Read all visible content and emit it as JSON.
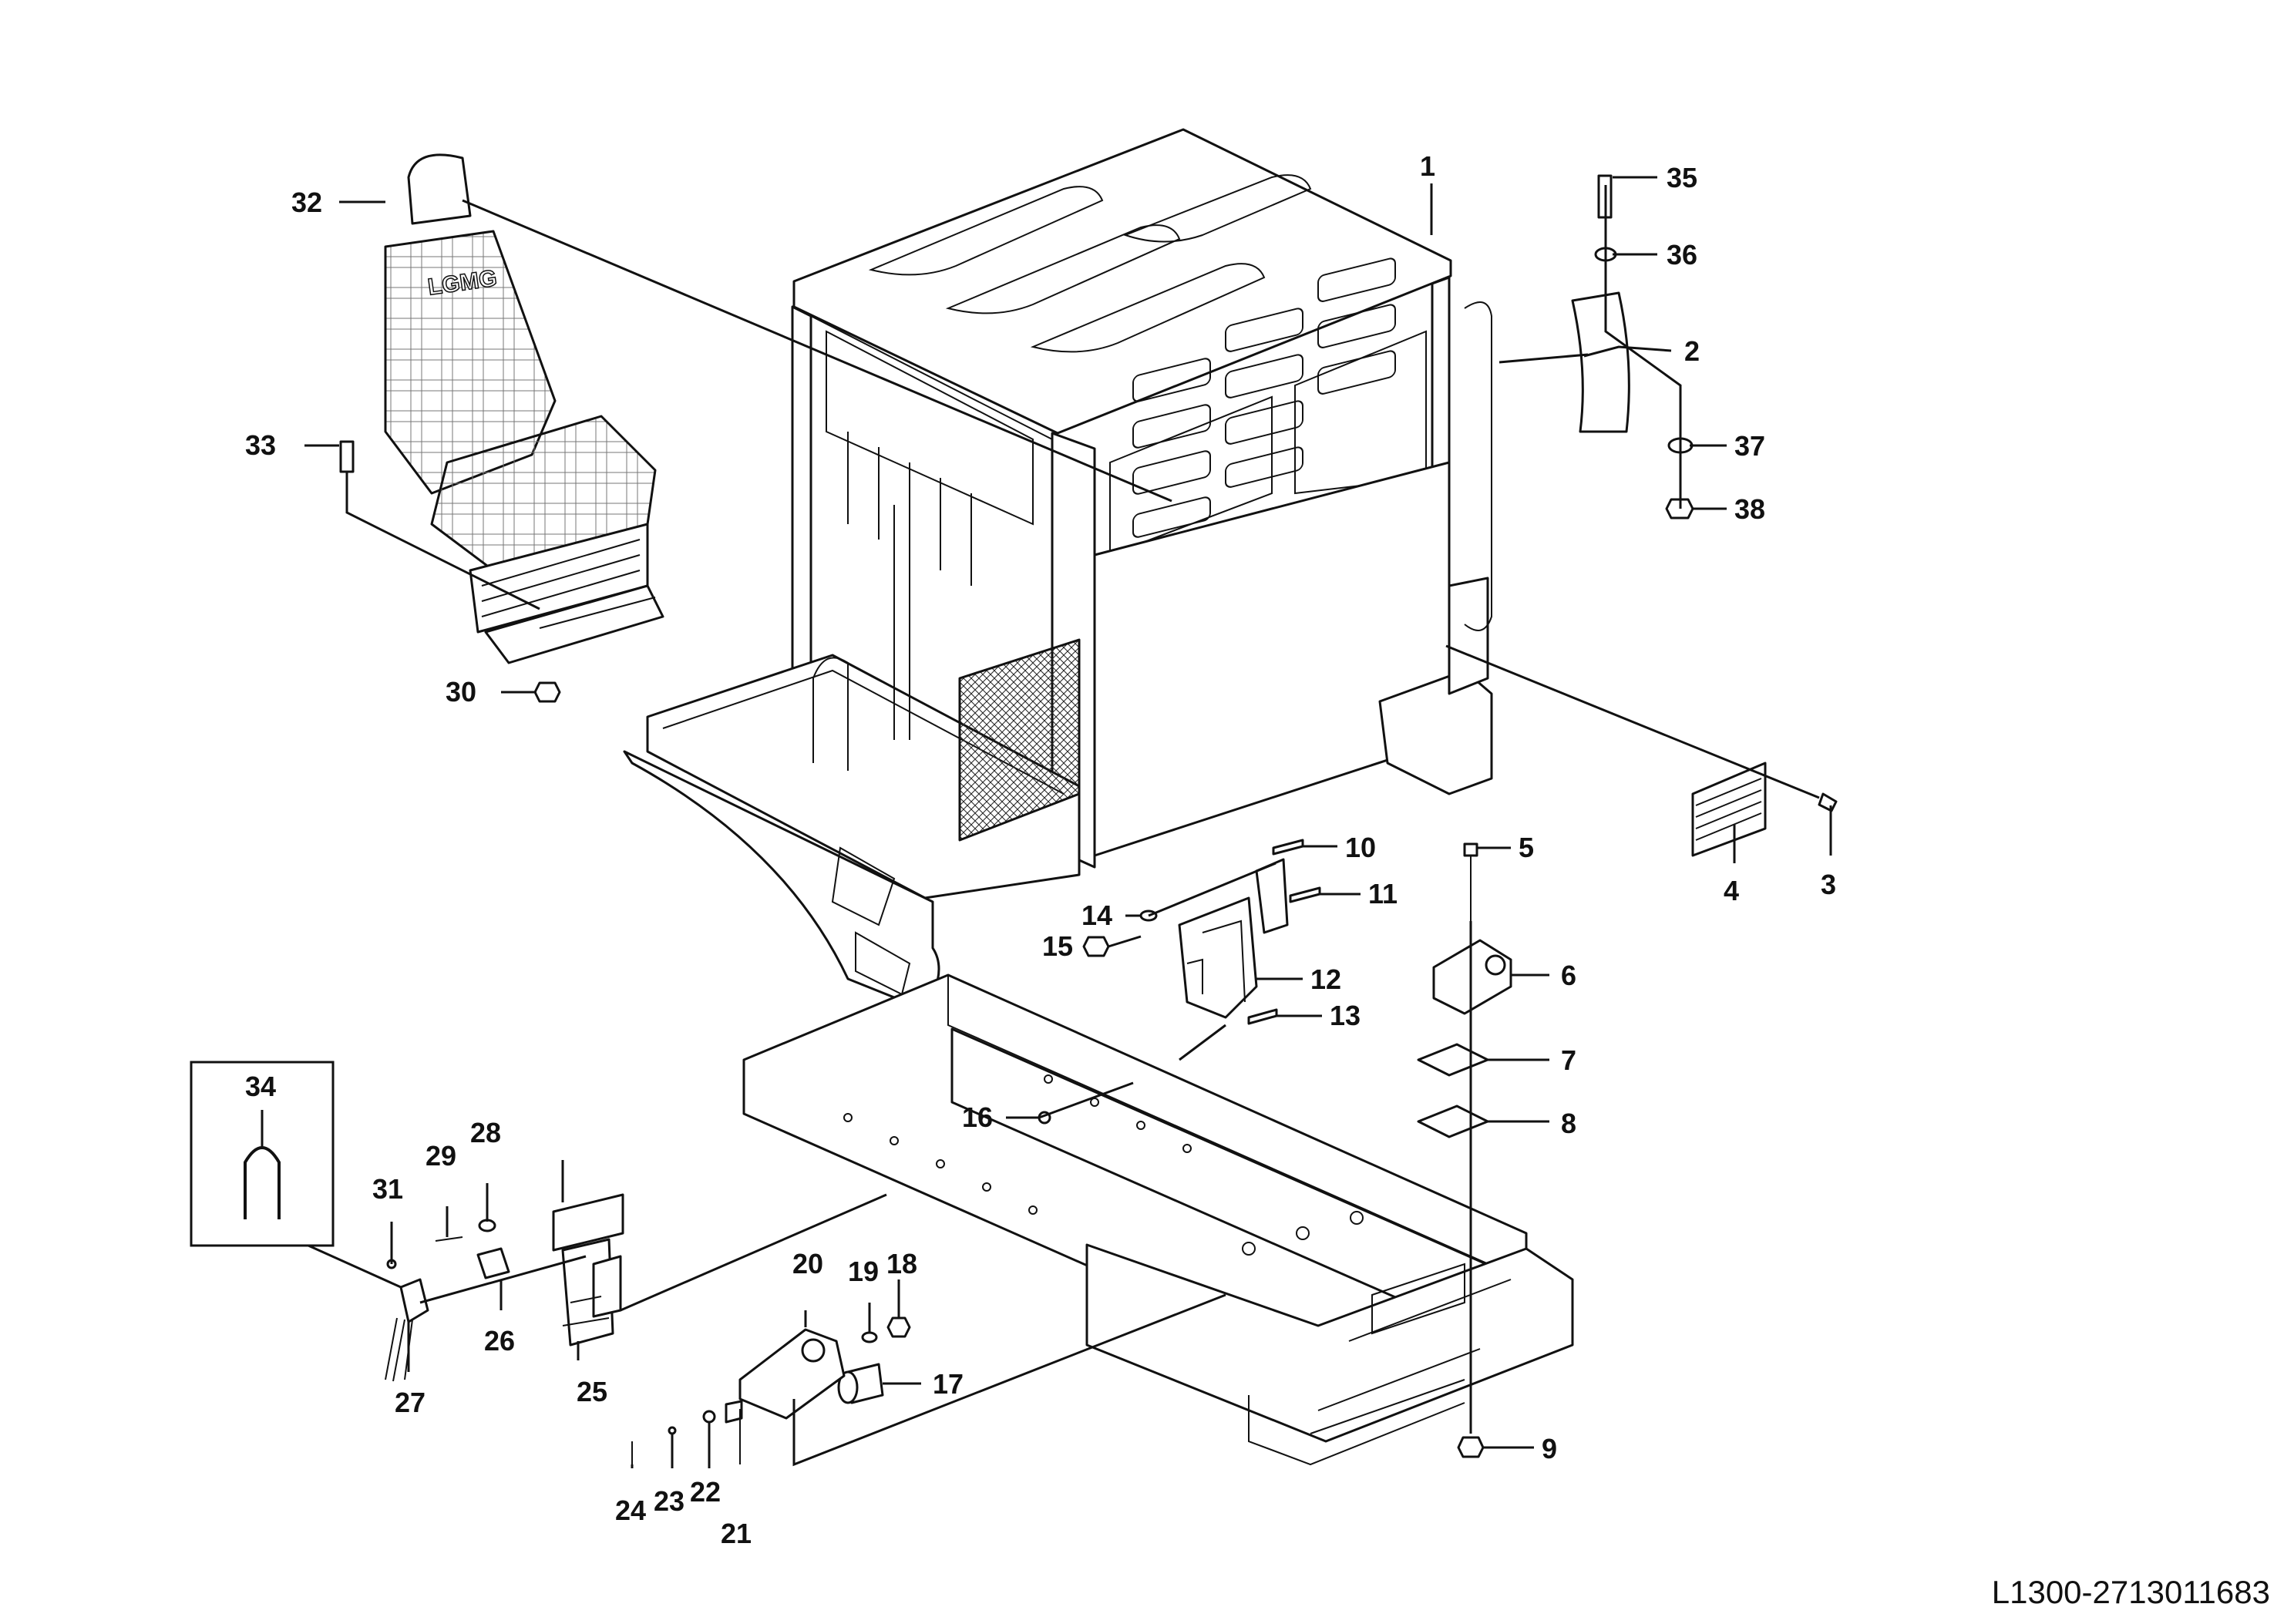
{
  "drawing_code": "L1300-2713011683",
  "callouts": [
    {
      "id": "1",
      "label": "1"
    },
    {
      "id": "2",
      "label": "2"
    },
    {
      "id": "3",
      "label": "3"
    },
    {
      "id": "4",
      "label": "4"
    },
    {
      "id": "5",
      "label": "5"
    },
    {
      "id": "6",
      "label": "6"
    },
    {
      "id": "7",
      "label": "7"
    },
    {
      "id": "8",
      "label": "8"
    },
    {
      "id": "9",
      "label": "9"
    },
    {
      "id": "10",
      "label": "10"
    },
    {
      "id": "11",
      "label": "11"
    },
    {
      "id": "12",
      "label": "12"
    },
    {
      "id": "13",
      "label": "13"
    },
    {
      "id": "14",
      "label": "14"
    },
    {
      "id": "15",
      "label": "15"
    },
    {
      "id": "16",
      "label": "16"
    },
    {
      "id": "17",
      "label": "17"
    },
    {
      "id": "18",
      "label": "18"
    },
    {
      "id": "19",
      "label": "19"
    },
    {
      "id": "20",
      "label": "20"
    },
    {
      "id": "21",
      "label": "21"
    },
    {
      "id": "22",
      "label": "22"
    },
    {
      "id": "23",
      "label": "23"
    },
    {
      "id": "24",
      "label": "24"
    },
    {
      "id": "25",
      "label": "25"
    },
    {
      "id": "26",
      "label": "26"
    },
    {
      "id": "27",
      "label": "27"
    },
    {
      "id": "28",
      "label": "28"
    },
    {
      "id": "29",
      "label": "29"
    },
    {
      "id": "30",
      "label": "30"
    },
    {
      "id": "31",
      "label": "31"
    },
    {
      "id": "32",
      "label": "32"
    },
    {
      "id": "33",
      "label": "33"
    },
    {
      "id": "34",
      "label": "34"
    },
    {
      "id": "35",
      "label": "35"
    },
    {
      "id": "36",
      "label": "36"
    },
    {
      "id": "37",
      "label": "37"
    },
    {
      "id": "38",
      "label": "38"
    }
  ],
  "seat_logo": "LGMG"
}
